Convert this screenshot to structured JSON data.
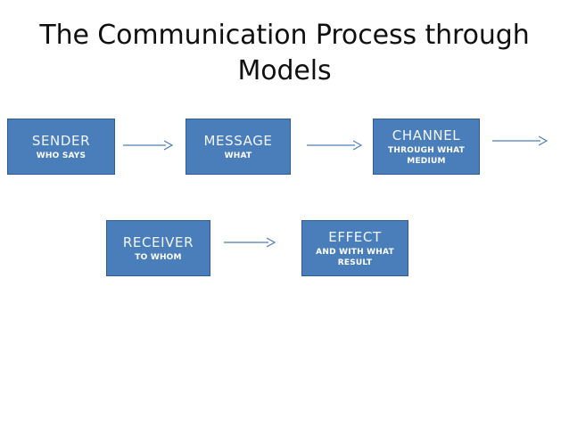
{
  "slide": {
    "title": "The Communication Process through Models",
    "background_color": "#ffffff"
  },
  "theme": {
    "box_fill": "#4a7ebb",
    "box_border": "#2f5c95",
    "box_text": "#ffffff",
    "arrow_color": "#4a7ebb",
    "title_color": "#101010"
  },
  "diagram": {
    "type": "flow",
    "rows": [
      {
        "boxes": [
          {
            "title": "SENDER",
            "subtitle": "WHO SAYS"
          },
          {
            "title": "MESSAGE",
            "subtitle": "WHAT"
          },
          {
            "title": "CHANNEL",
            "subtitle": "THROUGH WHAT MEDIUM"
          }
        ]
      },
      {
        "boxes": [
          {
            "title": "RECEIVER",
            "subtitle": "TO WHOM"
          },
          {
            "title": "EFFECT",
            "subtitle": "AND WITH WHAT RESULT"
          }
        ]
      }
    ],
    "connectors": [
      {
        "name": "sender-to-message",
        "icon": "arrow-right-icon"
      },
      {
        "name": "message-to-channel",
        "icon": "arrow-right-icon"
      },
      {
        "name": "channel-onward",
        "icon": "arrow-right-icon"
      },
      {
        "name": "receiver-to-effect",
        "icon": "arrow-right-icon"
      }
    ]
  }
}
